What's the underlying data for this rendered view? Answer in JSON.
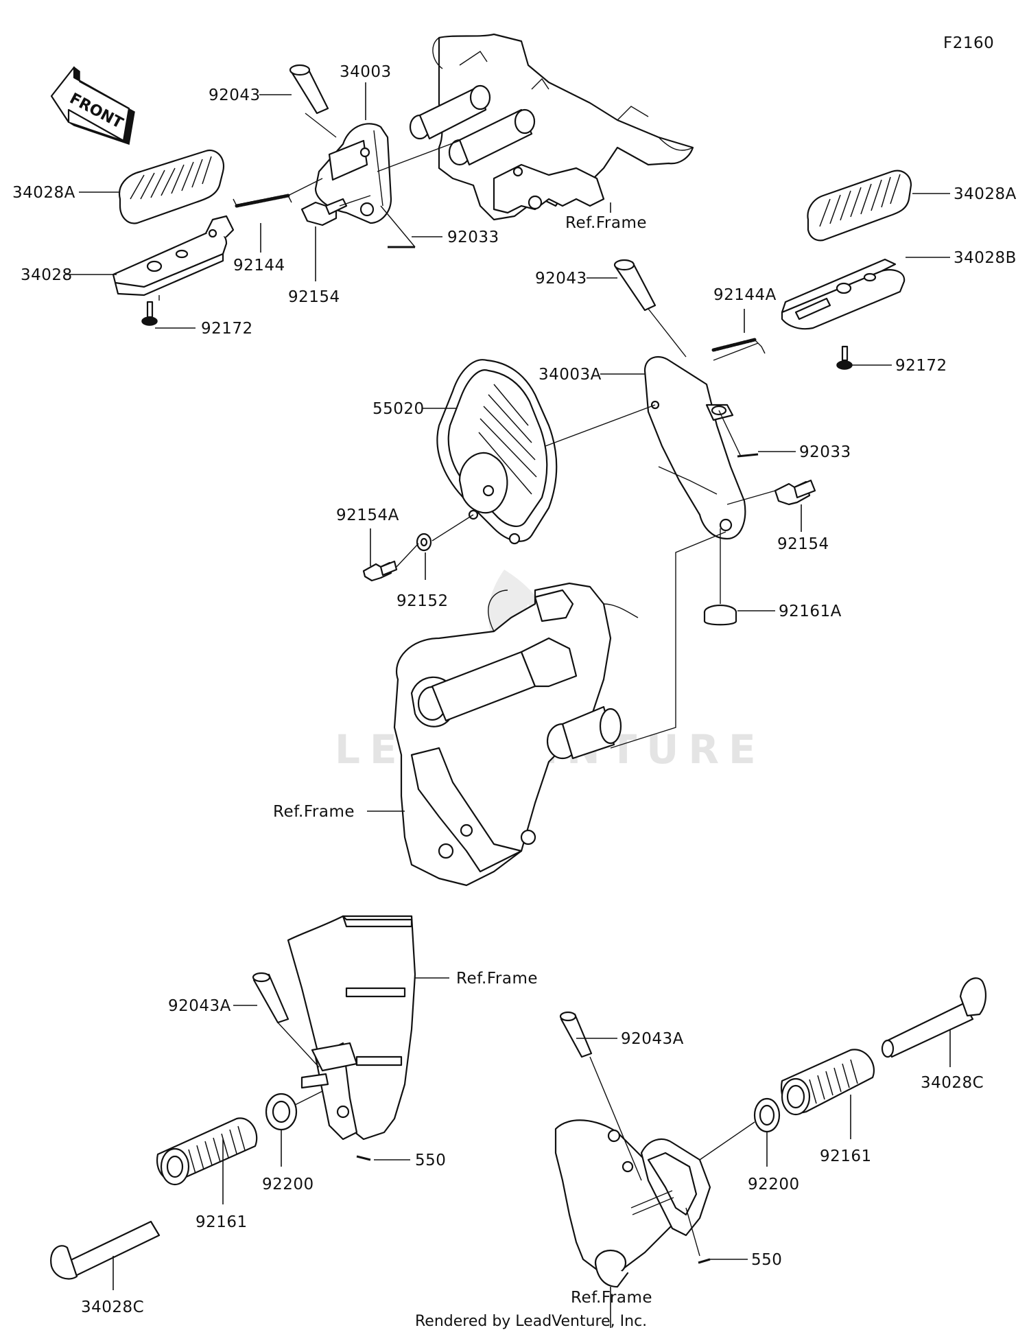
{
  "figure_code": "F2160",
  "front_label": "FRONT",
  "watermark": "LEADVENTURE",
  "footer": "Rendered by LeadVenture, Inc.",
  "callouts": {
    "c92043_a": "92043",
    "c34003": "34003",
    "c34028A_a": "34028A",
    "c34028_a": "34028",
    "c92144": "92144",
    "c92154_a": "92154",
    "c92172_a": "92172",
    "c92033_a": "92033",
    "c_ref_frame_a": "Ref.Frame",
    "c34028A_b": "34028A",
    "c34028B": "34028B",
    "c92043_b": "92043",
    "c92144A": "92144A",
    "c92172_b": "92172",
    "c34003A": "34003A",
    "c55020": "55020",
    "c92033_b": "92033",
    "c92154A": "92154A",
    "c92154_b": "92154",
    "c92152": "92152",
    "c92161A": "92161A",
    "c_ref_frame_b": "Ref.Frame",
    "c_ref_frame_c": "Ref.Frame",
    "c92043A_a": "92043A",
    "c550_a": "550",
    "c92200_a": "92200",
    "c92161_a": "92161",
    "c34028C_a": "34028C",
    "c92043A_b": "92043A",
    "c34028C_b": "34028C",
    "c92161_b": "92161",
    "c92200_b": "92200",
    "c550_b": "550",
    "c_ref_frame_d": "Ref.Frame"
  }
}
